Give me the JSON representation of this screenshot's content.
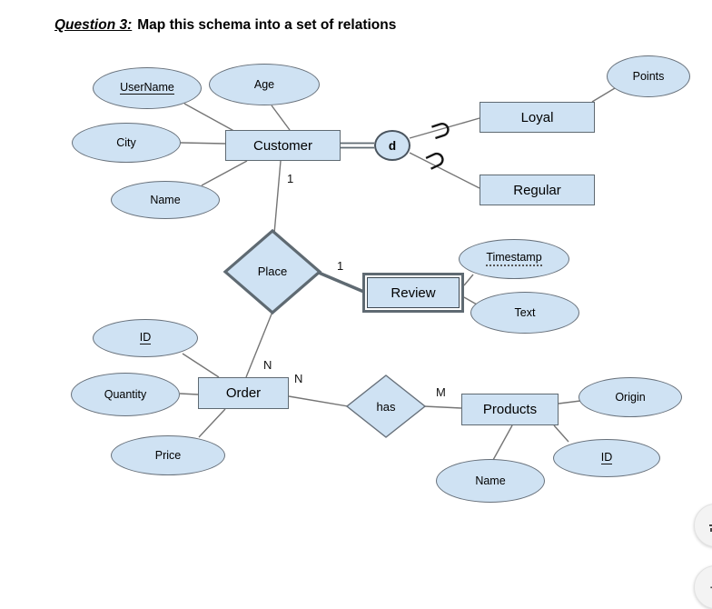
{
  "title": {
    "prefix": "Question 3:",
    "text": "Map this schema into a set of relations"
  },
  "diagram": {
    "nodes": {
      "customer": {
        "label": "Customer",
        "type": "entity"
      },
      "loyal": {
        "label": "Loyal",
        "type": "entity"
      },
      "regular": {
        "label": "Regular",
        "type": "entity"
      },
      "review": {
        "label": "Review",
        "type": "weak entity"
      },
      "order": {
        "label": "Order",
        "type": "entity"
      },
      "products": {
        "label": "Products",
        "type": "entity"
      },
      "place": {
        "label": "Place",
        "type": "relationship"
      },
      "has": {
        "label": "has",
        "type": "relationship"
      },
      "d": {
        "label": "d",
        "type": "disjoint specialization circle"
      },
      "username": {
        "label": "UserName",
        "type": "key attribute"
      },
      "age": {
        "label": "Age",
        "type": "attribute"
      },
      "city": {
        "label": "City",
        "type": "attribute"
      },
      "customer_name": {
        "label": "Name",
        "type": "attribute"
      },
      "points": {
        "label": "Points",
        "type": "attribute"
      },
      "timestamp": {
        "label": "Timestamp",
        "type": "partial key attribute"
      },
      "text": {
        "label": "Text",
        "type": "attribute"
      },
      "order_id": {
        "label": "ID",
        "type": "key attribute"
      },
      "quantity": {
        "label": "Quantity",
        "type": "attribute"
      },
      "price": {
        "label": "Price",
        "type": "attribute"
      },
      "origin": {
        "label": "Origin",
        "type": "attribute"
      },
      "products_id": {
        "label": "ID",
        "type": "key attribute"
      },
      "products_name": {
        "label": "Name",
        "type": "attribute"
      }
    },
    "cardinalities": {
      "customer_place": "1",
      "place_review": "1",
      "place_order": "N",
      "order_has": "N",
      "has_products": "M"
    },
    "specialization": {
      "subset_symbol": "⊃",
      "links": [
        "d-loyal",
        "d-regular"
      ]
    }
  },
  "colors": {
    "node_fill": "#cfe2f3",
    "node_border": "#67707a",
    "thick_border": "#5f6a72",
    "line": "#757575",
    "text": "#000000",
    "button_bg": "#f3f3f3",
    "button_icon": "#444444"
  },
  "controls": {
    "fit_button": {
      "icon": "fit-to-page-icon"
    },
    "zoom_in_button": {
      "icon": "plus-icon",
      "label": "+"
    }
  }
}
